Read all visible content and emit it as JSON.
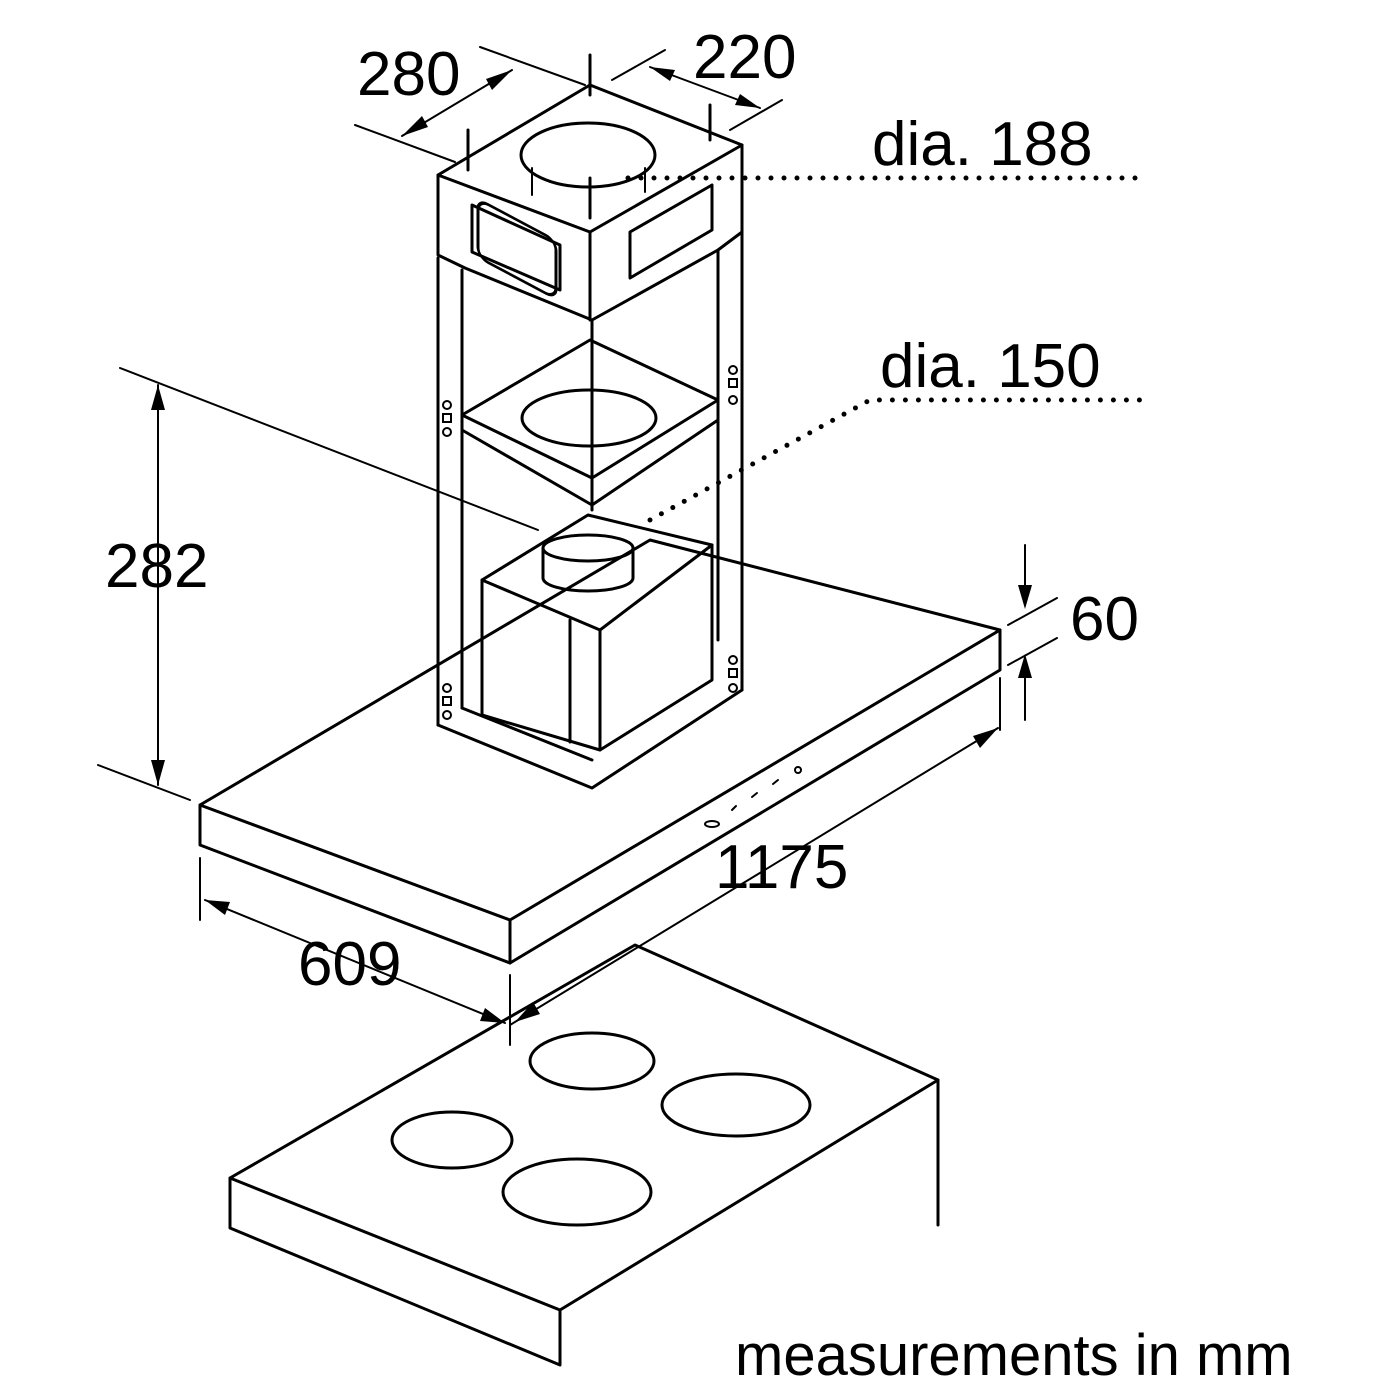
{
  "dimensions": {
    "chimney_depth": "280",
    "chimney_width": "220",
    "outer_duct_diameter": "dia. 188",
    "inner_duct_diameter": "dia. 150",
    "chimney_height": "282",
    "canopy_thickness": "60",
    "canopy_width": "1175",
    "canopy_depth": "609"
  },
  "footnote": "measurements in mm"
}
